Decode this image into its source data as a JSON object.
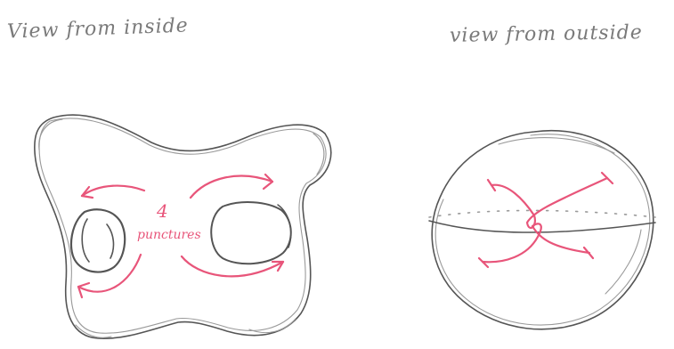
{
  "labels": {
    "inside_title": "View from inside",
    "outside_title": "view from outside",
    "punctures_count": "4",
    "punctures_word": "punctures"
  },
  "colors": {
    "pencil": "#555555",
    "annotation": "#e8557a"
  }
}
